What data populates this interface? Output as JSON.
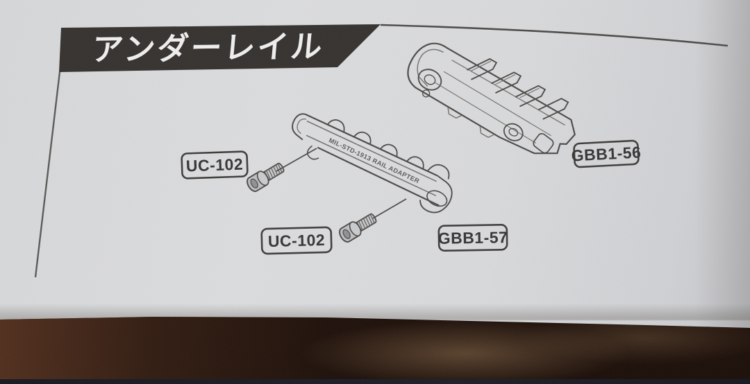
{
  "manual": {
    "section_title": "アンダーレイル",
    "rail_engraving": "MIL-STD-1913 RAIL ADAPTER",
    "part_labels": {
      "screw_upper": "UC-102",
      "screw_lower": "UC-102",
      "rail_adapter": "GBB1-57",
      "rail_mount": "GBB1-56"
    },
    "colors": {
      "banner": "#34302d",
      "paper": "#d8d9db",
      "line_art": "#4c4a47",
      "table_surface": "#22110a"
    }
  }
}
